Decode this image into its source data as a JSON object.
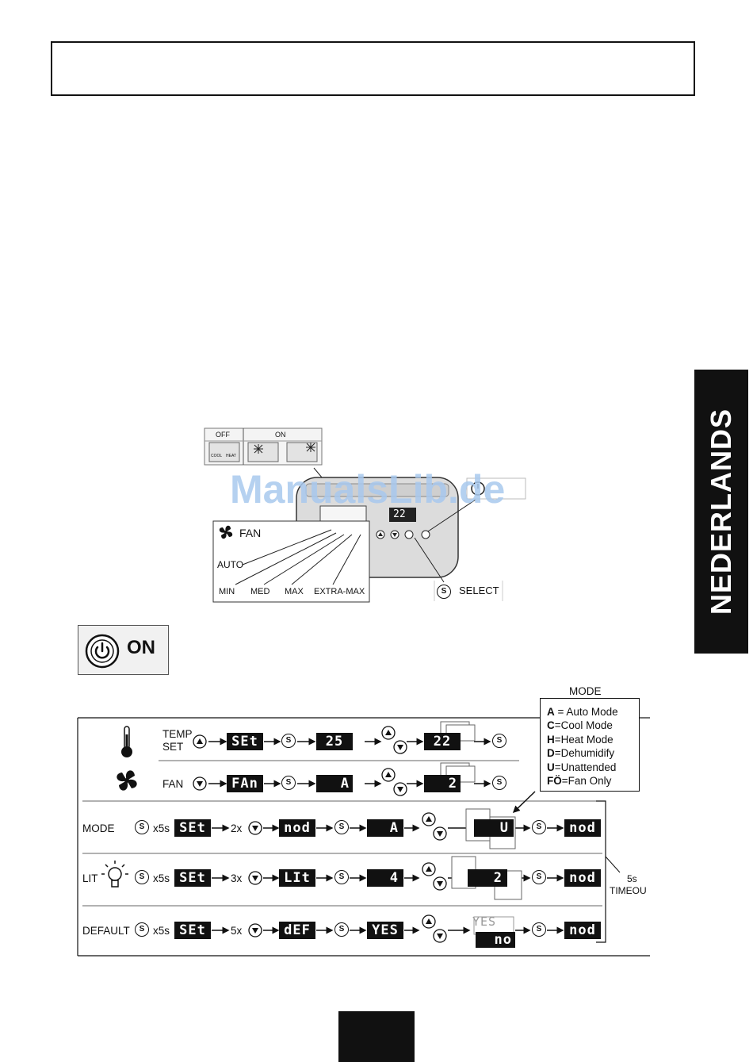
{
  "sidebar_tab": {
    "label": "NEDERLANDS"
  },
  "watermark": "ManualsLib.de",
  "panel": {
    "off_label": "OFF",
    "on_label": "ON",
    "cool_label": "COOL",
    "heat_label": "HEAT",
    "display_value": "22",
    "fan_label": "FAN",
    "fan_speeds": [
      "AUTO",
      "MIN",
      "MED",
      "MAX",
      "EXTRA-MAX"
    ],
    "select_button": "S",
    "select_label": "SELECT"
  },
  "power_button": {
    "label": "ON"
  },
  "mode_legend": {
    "title": "MODE",
    "entries": [
      {
        "key": "A",
        "text": " = Auto Mode"
      },
      {
        "key": "C",
        "text": "=Cool Mode"
      },
      {
        "key": "H",
        "text": "=Heat Mode"
      },
      {
        "key": "D",
        "text": "=Dehumidify"
      },
      {
        "key": "U",
        "text": "=Unattended"
      },
      {
        "key": "FÖ",
        "text": "=Fan Only"
      }
    ]
  },
  "timeout_label": {
    "line1": "5s",
    "line2": "TIMEOU"
  },
  "sequences": {
    "temp": {
      "label1": "TEMP",
      "label2": "SET",
      "lcd": [
        "SEt",
        "25",
        "22"
      ]
    },
    "fan": {
      "label": "FAN",
      "lcd": [
        "FAn",
        "A",
        "2"
      ]
    },
    "mode": {
      "label": "MODE",
      "hold": "x5s",
      "count": "2x",
      "lcd": [
        "SEt",
        "nod",
        "A",
        "U",
        "nod"
      ]
    },
    "lit": {
      "label": "LIT",
      "hold": "x5s",
      "count": "3x",
      "lcd": [
        "SEt",
        "LIt",
        "4",
        "2",
        "nod"
      ]
    },
    "default": {
      "label": "DEFAULT",
      "hold": "x5s",
      "count": "5x",
      "lcd": [
        "SEt",
        "dEF",
        "YES",
        "YES",
        "no",
        "nod"
      ]
    }
  }
}
